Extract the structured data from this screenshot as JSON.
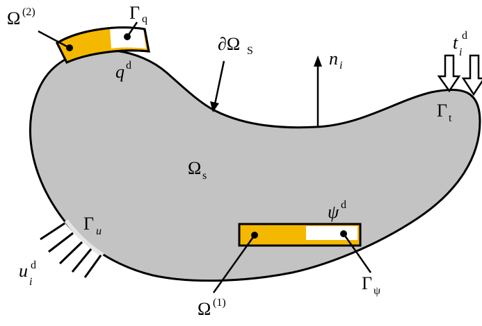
{
  "colors": {
    "body_fill": "#c3c3c3",
    "inclusion_fill": "#f5b800",
    "boundary_patch": "#ffffff",
    "stroke": "#000000"
  },
  "labels": {
    "omega2": {
      "base": "Ω",
      "sup": "(2)"
    },
    "gamma_q": {
      "base": "Γ",
      "sub": "q"
    },
    "q_d": {
      "base": "q",
      "sup": "d"
    },
    "d_omega_s": {
      "base": "∂Ω",
      "sub": "S"
    },
    "n_i": {
      "base": "n",
      "sub": "i"
    },
    "t_i_d": {
      "base": "t",
      "sub": "i",
      "sup": "d"
    },
    "gamma_t": {
      "base": "Γ",
      "sub": "t"
    },
    "omega_s": {
      "base": "Ω",
      "sub": "s"
    },
    "gamma_u": {
      "base": "Γ",
      "sub": "u"
    },
    "psi_d": {
      "base": "ψ",
      "sup": "d"
    },
    "u_i_d": {
      "base": "u",
      "sub": "i",
      "sup": "d"
    },
    "gamma_psi": {
      "base": "Γ",
      "sub": "ψ"
    },
    "omega1": {
      "base": "Ω",
      "sup": "(1)"
    }
  }
}
